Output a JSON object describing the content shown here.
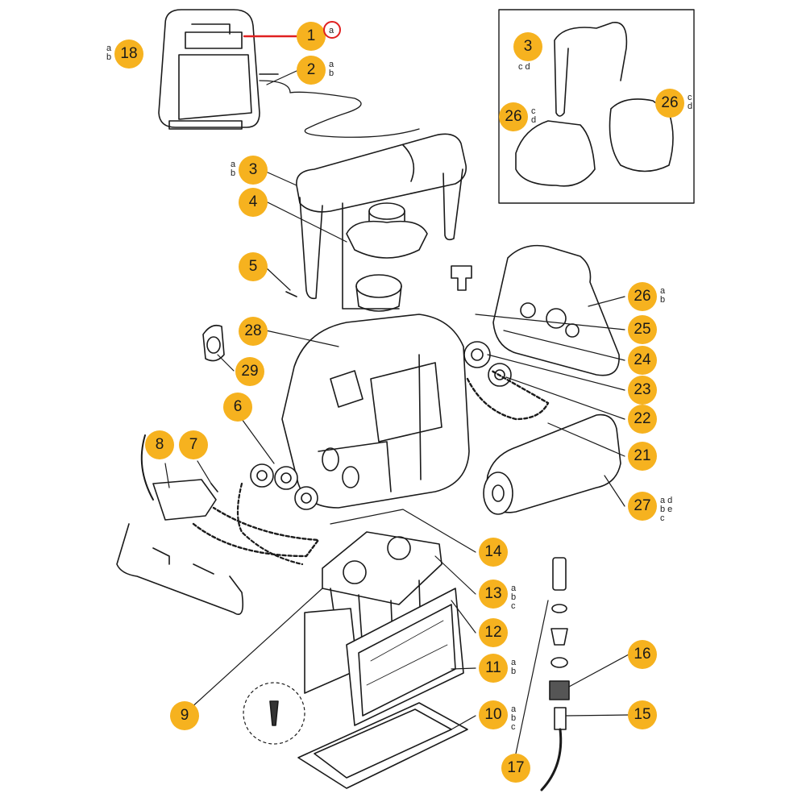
{
  "callouts": [
    {
      "id": "1",
      "label": "1",
      "sub": [
        "a"
      ]
    },
    {
      "id": "18",
      "label": "18",
      "sub": [
        "a",
        "b"
      ]
    },
    {
      "id": "2",
      "label": "2",
      "sub": [
        "a",
        "b"
      ]
    },
    {
      "id": "3",
      "label": "3",
      "sub": [
        "a",
        "b"
      ]
    },
    {
      "id": "4",
      "label": "4",
      "sub": []
    },
    {
      "id": "5",
      "label": "5",
      "sub": []
    },
    {
      "id": "28",
      "label": "28",
      "sub": []
    },
    {
      "id": "29",
      "label": "29",
      "sub": []
    },
    {
      "id": "6",
      "label": "6",
      "sub": []
    },
    {
      "id": "8",
      "label": "8",
      "sub": []
    },
    {
      "id": "7",
      "label": "7",
      "sub": []
    },
    {
      "id": "26",
      "label": "26",
      "sub": [
        "a",
        "b"
      ]
    },
    {
      "id": "25",
      "label": "25",
      "sub": []
    },
    {
      "id": "24",
      "label": "24",
      "sub": []
    },
    {
      "id": "23",
      "label": "23",
      "sub": []
    },
    {
      "id": "22",
      "label": "22",
      "sub": []
    },
    {
      "id": "21",
      "label": "21",
      "sub": []
    },
    {
      "id": "27",
      "label": "27",
      "sub": [
        "a d",
        "b e",
        "c"
      ]
    },
    {
      "id": "14",
      "label": "14",
      "sub": []
    },
    {
      "id": "13",
      "label": "13",
      "sub": [
        "a",
        "b",
        "c"
      ]
    },
    {
      "id": "12",
      "label": "12",
      "sub": []
    },
    {
      "id": "11",
      "label": "11",
      "sub": [
        "a",
        "b"
      ]
    },
    {
      "id": "16",
      "label": "16",
      "sub": []
    },
    {
      "id": "15",
      "label": "15",
      "sub": []
    },
    {
      "id": "10",
      "label": "10",
      "sub": [
        "a",
        "b",
        "c"
      ]
    },
    {
      "id": "9",
      "label": "9",
      "sub": []
    },
    {
      "id": "17",
      "label": "17",
      "sub": []
    }
  ],
  "inset": [
    {
      "id": "3c",
      "label": "3",
      "sub": [
        "c d"
      ]
    },
    {
      "id": "26c",
      "label": "26",
      "sub": [
        "c",
        "d"
      ]
    },
    {
      "id": "26d",
      "label": "26",
      "sub": [
        "c",
        "d"
      ]
    }
  ],
  "colors": {
    "badge": "#f6b21f",
    "highlight": "#e02020",
    "line": "#1a1a1a"
  }
}
